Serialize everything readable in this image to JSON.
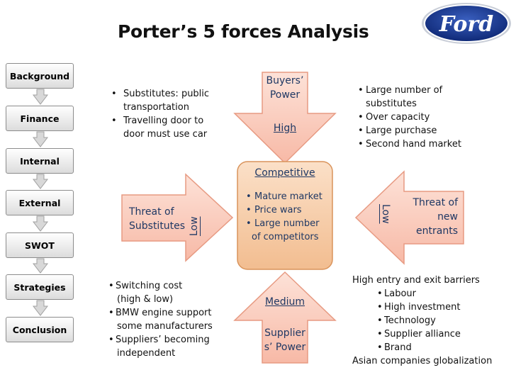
{
  "title": "Porter’s 5 forces Analysis",
  "logo": {
    "text": "Ford",
    "color": "#1a3a8f"
  },
  "nav": [
    {
      "label": "Background"
    },
    {
      "label": "Finance"
    },
    {
      "label": "Internal"
    },
    {
      "label": "External"
    },
    {
      "label": "SWOT"
    },
    {
      "label": "Strategies"
    },
    {
      "label": "Conclusion"
    }
  ],
  "buyers": {
    "line1": "Buyers’",
    "line2": "Power",
    "level": "High"
  },
  "substitute_threat": {
    "line1": "Threat of",
    "line2": "Substitutes",
    "level": "Low"
  },
  "new_entrants": {
    "line1": "Threat of",
    "line2": "new",
    "line3": "entrants",
    "level": "Low"
  },
  "supplier": {
    "level": "Medium",
    "line1": "Supplier",
    "line2": "s’ Power"
  },
  "competitive": {
    "title": "Competitive",
    "items": [
      "Mature market",
      "Price wars",
      "Large number",
      "of competitors"
    ]
  },
  "substitutes_notes": [
    "Substitutes: public",
    "transportation",
    "Travelling door to",
    "door must use car"
  ],
  "buyers_notes": [
    "Large number of",
    "substitutes",
    "Over capacity",
    "Large purchase",
    "Second hand market"
  ],
  "supplier_notes": [
    "Switching cost",
    "(high & low)",
    "BMW engine support",
    "some manufacturers",
    "Suppliers’ becoming",
    "independent"
  ],
  "entrants_notes": {
    "header": "High entry and exit barriers",
    "items": [
      "Labour",
      "High investment",
      "Technology",
      "Supplier alliance",
      "Brand"
    ],
    "footer": "Asian companies globalization"
  },
  "colors": {
    "arrow_fill": "#f9c6b6",
    "center_fill": "#f4c9a4",
    "label_blue": "#1f3864"
  }
}
